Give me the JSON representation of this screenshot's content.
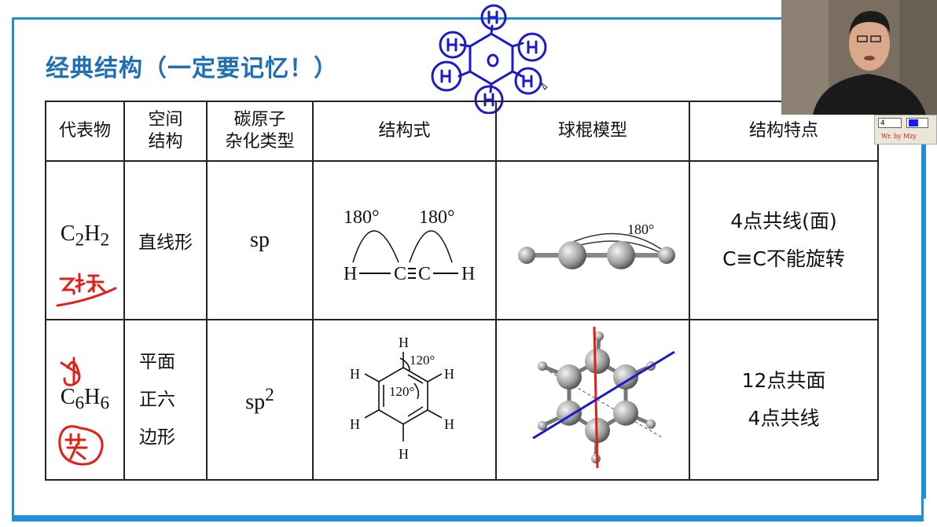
{
  "heading": "经典结构（一定要记忆！）",
  "table": {
    "headers": [
      "代表物",
      "空间\n结构",
      "碳原子\n杂化类型",
      "结构式",
      "球棍模型",
      "结构特点"
    ],
    "rows": [
      {
        "formula_html": "C<sub>2</sub>H<sub>2</sub>",
        "handwritten_note": "乙炔",
        "shape": "直线形",
        "hybrid": "sp",
        "struct_angle_left": "180°",
        "struct_angle_right": "180°",
        "struct_atoms": [
          "H",
          "C",
          "C",
          "H"
        ],
        "model_angle": "180°",
        "features": [
          "4点共线(面)",
          "C≡C不能旋转"
        ]
      },
      {
        "formula_html": "C<sub>6</sub>H<sub>6</sub>",
        "handwritten_note": "苯",
        "shape_lines": [
          "平面",
          "正六",
          "边形"
        ],
        "hybrid_html": "sp<sup>2</sup>",
        "struct_angles": [
          "120°",
          "120°"
        ],
        "struct_atom": "H",
        "features": [
          "12点共面",
          "4点共线"
        ]
      }
    ]
  },
  "toolbar": {
    "size_value": "4",
    "credit": "Wr. by Mzy",
    "pen_color": "#1a1aff"
  },
  "colors": {
    "frame": "#1f8fd6",
    "heading": "#1f6fb5",
    "ink_red": "#e0201a",
    "ink_blue": "#1a1acc"
  }
}
